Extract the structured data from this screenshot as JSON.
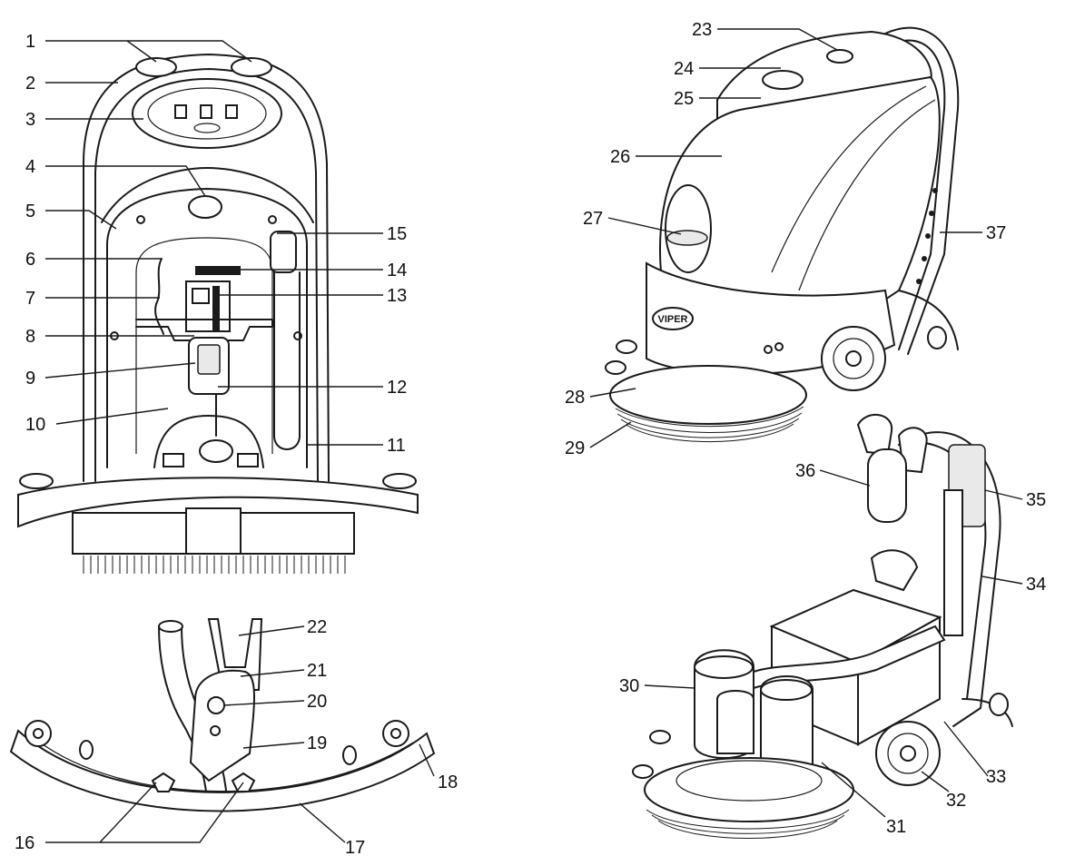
{
  "brand_logo": "VIPER",
  "callouts": [
    {
      "id": "1",
      "label": "1"
    },
    {
      "id": "2",
      "label": "2"
    },
    {
      "id": "3",
      "label": "3"
    },
    {
      "id": "4",
      "label": "4"
    },
    {
      "id": "5",
      "label": "5"
    },
    {
      "id": "6",
      "label": "6"
    },
    {
      "id": "7",
      "label": "7"
    },
    {
      "id": "8",
      "label": "8"
    },
    {
      "id": "9",
      "label": "9"
    },
    {
      "id": "10",
      "label": "10"
    },
    {
      "id": "11",
      "label": "11"
    },
    {
      "id": "12",
      "label": "12"
    },
    {
      "id": "13",
      "label": "13"
    },
    {
      "id": "14",
      "label": "14"
    },
    {
      "id": "15",
      "label": "15"
    },
    {
      "id": "16",
      "label": "16"
    },
    {
      "id": "17",
      "label": "17"
    },
    {
      "id": "18",
      "label": "18"
    },
    {
      "id": "19",
      "label": "19"
    },
    {
      "id": "20",
      "label": "20"
    },
    {
      "id": "21",
      "label": "21"
    },
    {
      "id": "22",
      "label": "22"
    },
    {
      "id": "23",
      "label": "23"
    },
    {
      "id": "24",
      "label": "24"
    },
    {
      "id": "25",
      "label": "25"
    },
    {
      "id": "26",
      "label": "26"
    },
    {
      "id": "27",
      "label": "27"
    },
    {
      "id": "28",
      "label": "28"
    },
    {
      "id": "29",
      "label": "29"
    },
    {
      "id": "30",
      "label": "30"
    },
    {
      "id": "31",
      "label": "31"
    },
    {
      "id": "32",
      "label": "32"
    },
    {
      "id": "33",
      "label": "33"
    },
    {
      "id": "34",
      "label": "34"
    },
    {
      "id": "35",
      "label": "35"
    },
    {
      "id": "36",
      "label": "36"
    },
    {
      "id": "37",
      "label": "37"
    }
  ]
}
